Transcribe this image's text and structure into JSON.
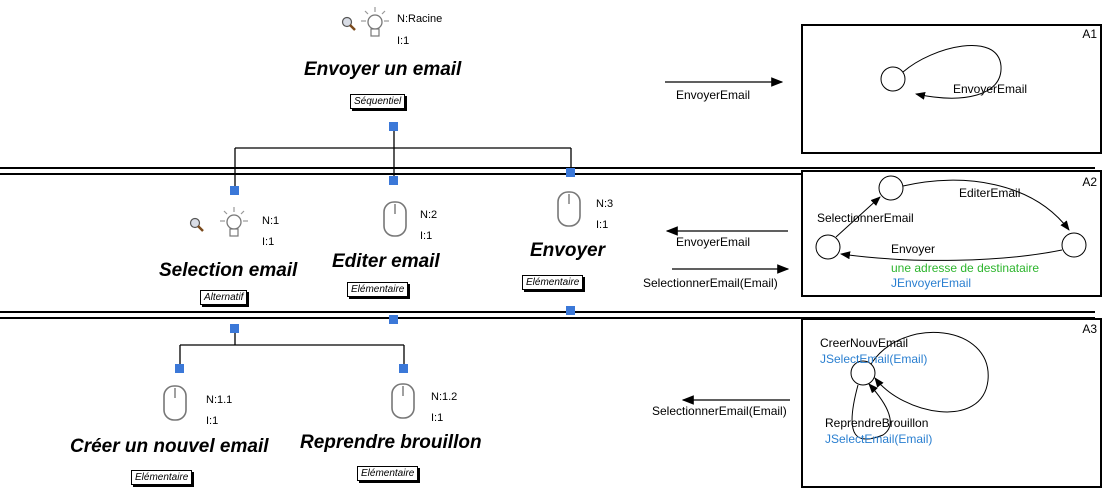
{
  "tasks": {
    "root": {
      "n": "N:Racine",
      "i": "I:1",
      "title": "Envoyer un email",
      "operator": "Séquentiel"
    },
    "t1": {
      "n": "N:1",
      "i": "I:1",
      "title": "Selection email",
      "operator": "Alternatif"
    },
    "t2": {
      "n": "N:2",
      "i": "I:1",
      "title": "Editer email",
      "operator": "Elémentaire"
    },
    "t3": {
      "n": "N:3",
      "i": "I:1",
      "title": "Envoyer",
      "operator": "Elémentaire"
    },
    "t11": {
      "n": "N:1.1",
      "i": "I:1",
      "title": "Créer un nouvel email",
      "operator": "Elémentaire"
    },
    "t12": {
      "n": "N:1.2",
      "i": "I:1",
      "title": "Reprendre brouillon",
      "operator": "Elémentaire"
    }
  },
  "arrows": {
    "a1": "EnvoyerEmail",
    "a2_left": "EnvoyerEmail",
    "a2_right": "SelectionnerEmail(Email)",
    "a3_left": "SelectionnerEmail(Email)"
  },
  "panels": {
    "a1": {
      "label": "A1",
      "loop": "EnvoyerEmail"
    },
    "a2": {
      "label": "A2",
      "edit": "EditerEmail",
      "select": "SelectionnerEmail",
      "send": "Envoyer",
      "send_condition": "une adresse de destinataire",
      "send_action": "JEnvoyerEmail"
    },
    "a3": {
      "label": "A3",
      "create": "CreerNouvEmail",
      "create_action": "JSelectEmail(Email)",
      "resume": "ReprendreBrouillon",
      "resume_action": "JSelectEmail(Email)"
    }
  },
  "colors": {
    "handle": "#3b78d8",
    "action": "#2a7fd0",
    "condition": "#2db52d"
  }
}
